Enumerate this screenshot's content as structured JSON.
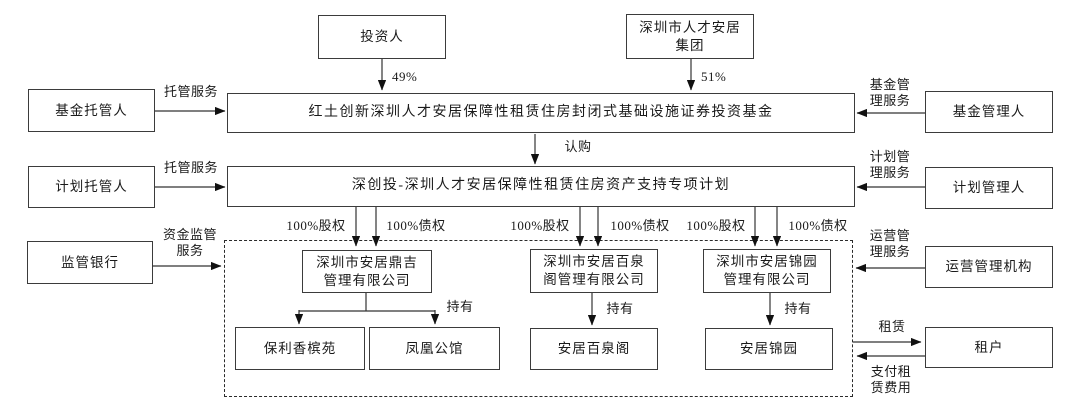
{
  "nodes": {
    "investor": "投资人",
    "talent_group": [
      "深圳市人才安居",
      "集团"
    ],
    "fund": "红土创新深圳人才安居保障性租赁住房封闭式基础设施证券投资基金",
    "abs_plan": "深创投-深圳人才安居保障性租赁住房资产支持专项计划",
    "fund_custodian": "基金托管人",
    "plan_custodian": "计划托管人",
    "supervising_bank": "监管银行",
    "fund_manager": "基金管理人",
    "plan_manager": "计划管理人",
    "operations_manager": "运营管理机构",
    "tenant": "租户",
    "project_companies": [
      {
        "line1": "深圳市安居鼎吉",
        "line2": "管理有限公司"
      },
      {
        "line1": "深圳市安居百泉",
        "line2": "阁管理有限公司"
      },
      {
        "line1": "深圳市安居锦园",
        "line2": "管理有限公司"
      }
    ],
    "properties": [
      "保利香槟苑",
      "凤凰公馆",
      "安居百泉阁",
      "安居锦园"
    ]
  },
  "edge_labels": {
    "investor_stake": "49%",
    "group_stake": "51%",
    "custody_service_fund": "托管服务",
    "custody_service_plan": "托管服务",
    "fund_supervision": [
      "资金监管",
      "服务"
    ],
    "fund_management": [
      "基金管",
      "理服务"
    ],
    "plan_management": [
      "计划管",
      "理服务"
    ],
    "operations_management": [
      "运营管",
      "理服务"
    ],
    "subscription": "认购",
    "equity_100": "100%股权",
    "debt_100": "100%债权",
    "hold": "持有",
    "lease": "租赁",
    "pay_rent": [
      "支付租",
      "赁费用"
    ]
  },
  "colors": {
    "line": "#333333",
    "text": "#1a1a1a",
    "box_bg": "#ffffff"
  }
}
